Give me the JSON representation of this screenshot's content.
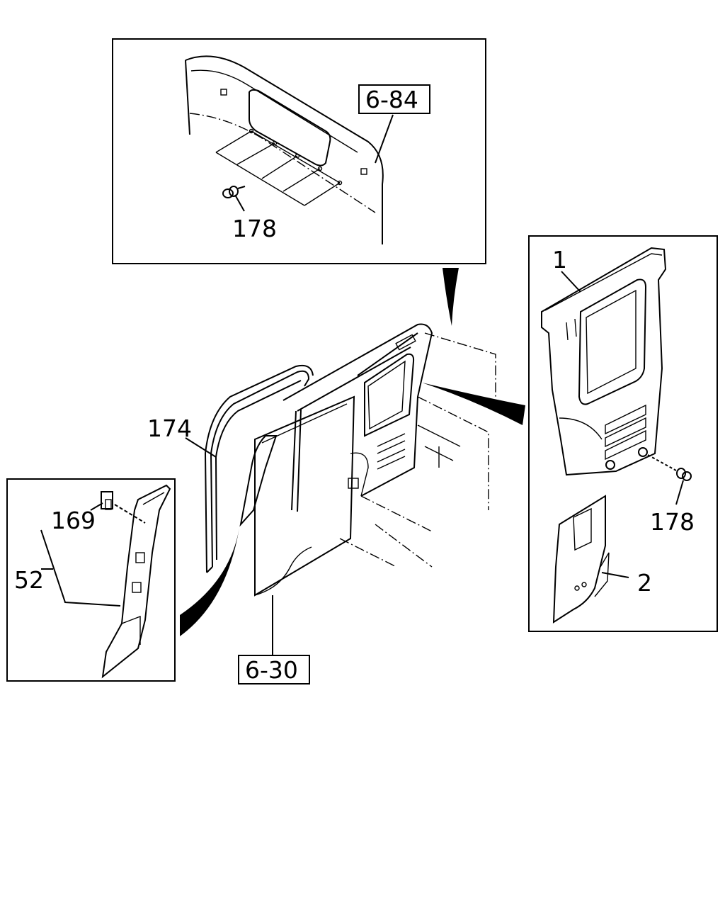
{
  "callouts": {
    "top_inset_part": "178",
    "top_inset_ref": "6-84",
    "right_inset_panel": "1",
    "right_inset_clip": "178",
    "right_inset_lower": "2",
    "main_weatherstrip": "174",
    "main_ref": "6-30",
    "left_inset_clip": "169",
    "left_inset_pillar": "52"
  }
}
